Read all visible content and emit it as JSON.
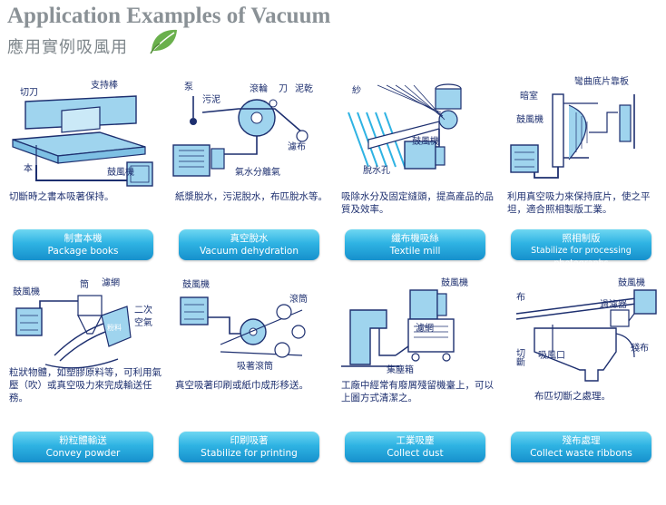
{
  "header": {
    "title": "Application Examples of Vacuum",
    "subtitle": "應用實例吸風用"
  },
  "examples": [
    {
      "caption": "切斷時之書本吸著保持。",
      "button_zh": "制書本機",
      "button_en": "Package books",
      "labels": [
        "切刀",
        "支持棒",
        "本",
        "鼓風機"
      ]
    },
    {
      "caption": "紙漿脫水，污泥脫水，布匹脫水等。",
      "button_zh": "真空脫水",
      "button_en": "Vacuum dehydration",
      "labels": [
        "泵",
        "污泥",
        "滾輪",
        "刀",
        "泥乾",
        "濾布",
        "氣水分離氣"
      ]
    },
    {
      "caption": "吸除水分及固定縫頭，提高產品的品質及效率。",
      "button_zh": "纖布機吸絲",
      "button_en": "Textile mill",
      "labels": [
        "紗",
        "鼓風機",
        "脫水孔"
      ]
    },
    {
      "caption": "利用真空吸力來保持底片，使之平坦，適合照相製版工業。",
      "button_zh": "照相制版",
      "button_en": "Stabilize for processing photographs",
      "labels": [
        "彎曲底片靠板",
        "暗室",
        "鼓風機"
      ]
    },
    {
      "caption": "粒狀物體，如塑膠原料等，可利用氣壓（吹）或真空吸力來完成輸送任務。",
      "button_zh": "粉粒體輸送",
      "button_en": "Convey powder",
      "labels": [
        "鼓風機",
        "筒",
        "濾網",
        "二次",
        "空氣",
        "粉料"
      ]
    },
    {
      "caption": "真空吸著印刷或紙巾成形移送。",
      "button_zh": "印刷吸著",
      "button_en": "Stabilize for printing",
      "labels": [
        "鼓風機",
        "滾筒",
        "吸著滾筒"
      ]
    },
    {
      "caption": "工廠中經常有廢屑殘留機臺上，可以上圖方式清潔之。",
      "button_zh": "工業吸塵",
      "button_en": "Collect dust",
      "labels": [
        "鼓風機",
        "濾網",
        "集塵箱"
      ]
    },
    {
      "caption": "布匹切斷之處理。",
      "button_zh": "殘布處理",
      "button_en": "Collect waste ribbons",
      "labels": [
        "布",
        "鼓風機",
        "過濾器",
        "切斷",
        "吸風口",
        "殘布"
      ]
    }
  ],
  "colors": {
    "ink": "#1d2f6f",
    "fill": "#9fd4ee",
    "button": "#2fb3e3",
    "title": "#8a9196",
    "leaf": "#6ab04c"
  }
}
